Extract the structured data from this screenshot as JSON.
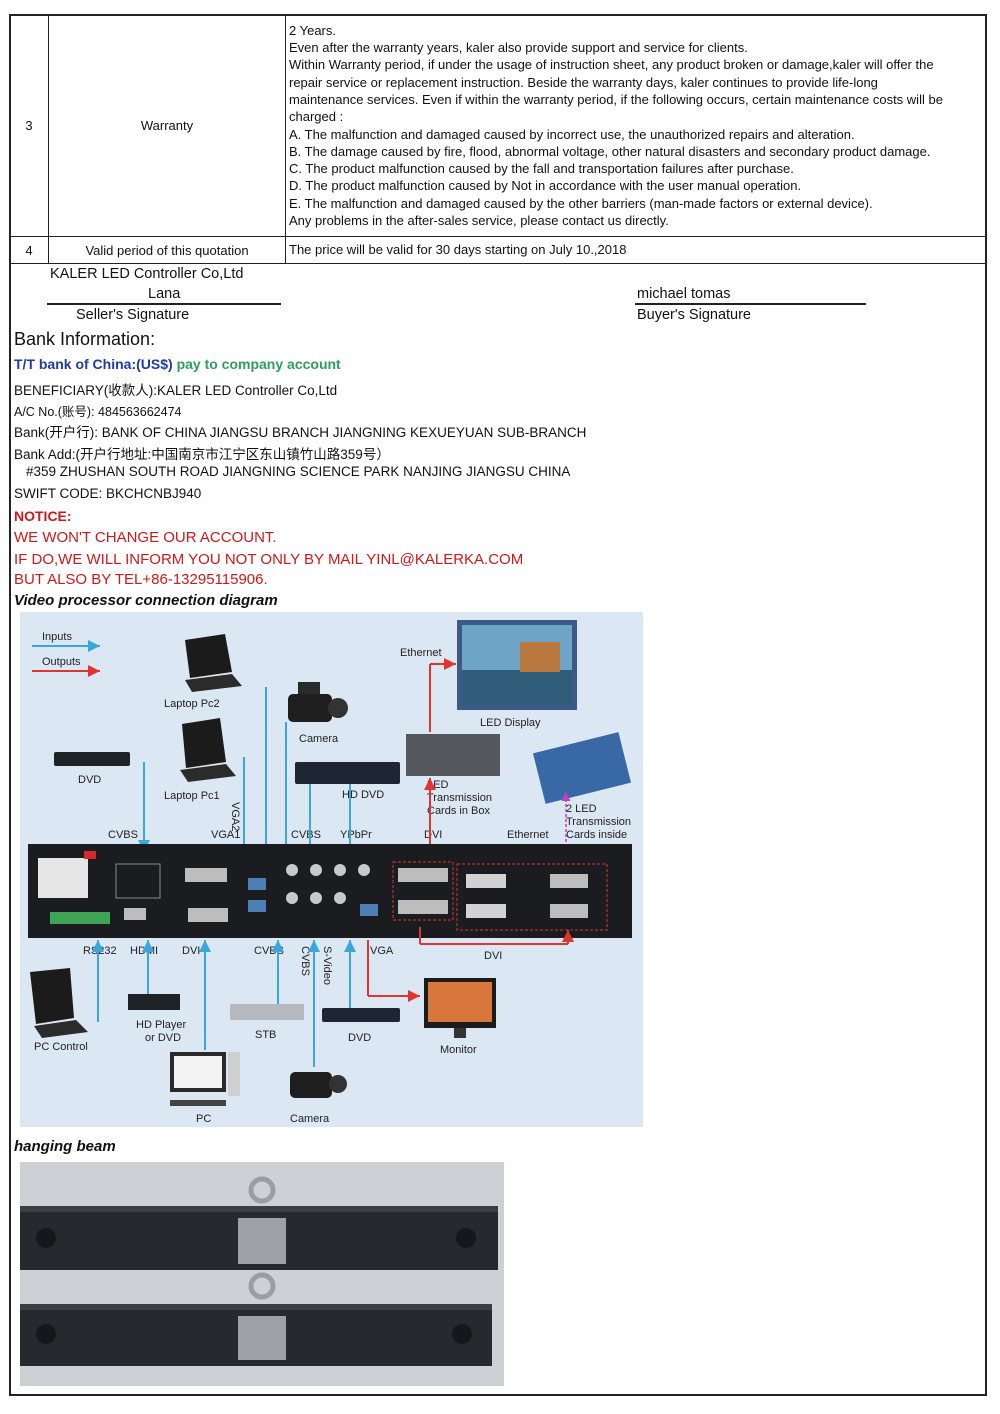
{
  "table": {
    "rows": [
      {
        "no": "3",
        "item": "Warranty",
        "lines": [
          "2 Years.",
          "Even after the warranty years, kaler also provide support and service for clients.",
          "Within Warranty period, if under the usage of instruction sheet, any product broken or damage,kaler will offer the",
          "repair service or replacement instruction. Beside the warranty days, kaler continues to provide life-long",
          "maintenance services. Even if within the warranty period, if the following occurs, certain maintenance costs will be",
          "charged :",
          "A. The malfunction and damaged caused by incorrect use, the unauthorized repairs and alteration.",
          "B. The damage caused by fire, flood, abnormal voltage, other natural disasters and secondary product damage.",
          "C. The product malfunction caused by the fall and transportation failures after purchase.",
          "D. The product malfunction caused by Not in accordance with the user manual operation.",
          "E. The malfunction and damaged caused by the other barriers (man-made factors or external device).",
          "Any problems in the after-sales service, please contact us directly."
        ]
      },
      {
        "no": "4",
        "item": "Valid period of this quotation",
        "lines": [
          "The price will be valid for 30 days starting on July 10.,2018"
        ]
      }
    ]
  },
  "signature": {
    "company": "KALER LED Controller Co,Ltd",
    "seller_name": "Lana",
    "seller_caption": "Seller's Signature",
    "buyer_name": "michael tomas",
    "buyer_caption": "Buyer's Signature"
  },
  "bank": {
    "heading": "Bank Information:",
    "tt_label": "T/T bank of China:(US$)",
    "tt_pay": "pay to company account",
    "beneficiary": "BENEFICIARY(收款人):KALER LED Controller Co,Ltd",
    "account_label": "A/C No.(账号): ",
    "account_no": "484563662474",
    "bank_name": "Bank(开户行): BANK OF CHINA JIANGSU BRANCH JIANGNING KEXUEYUAN SUB-BRANCH",
    "bank_add": "Bank Add:(开户行地址:中国南京市江宁区东山镇竹山路359号）",
    "address_en": "#359 ZHUSHAN SOUTH ROAD JIANGNING SCIENCE PARK NANJING JIANGSU CHINA",
    "swift": "SWIFT  CODE: BKCHCNBJ940"
  },
  "notice": {
    "title": "NOTICE:",
    "line1": "WE WON'T CHANGE OUR ACCOUNT.",
    "line2": "IF DO,WE WILL INFORM YOU NOT ONLY  BY MAIL YINL@KALERKA.COM",
    "line3": "BUT ALSO BY TEL+86-13295115906."
  },
  "diagram": {
    "caption": "Video processor connection diagram",
    "legend_inputs": "Inputs",
    "legend_outputs": "Outputs",
    "devices": {
      "laptop_pc2": "Laptop Pc2",
      "camera_top": "Camera",
      "ethernet": "Ethernet",
      "led_display": "LED Display",
      "dvd_top": "DVD",
      "laptop_pc1": "Laptop Pc1",
      "hd_dvd": "HD DVD",
      "led_cards_box_1": "LED",
      "led_cards_box_2": "Transmission",
      "led_cards_box_3": "Cards in Box",
      "led_cards_inside_1": "2 LED",
      "led_cards_inside_2": "Transmission",
      "led_cards_inside_3": "Cards inside",
      "pc_control": "PC Control",
      "hd_player_1": "HD Player",
      "hd_player_2": "or DVD",
      "stb": "STB",
      "dvd_bottom": "DVD",
      "monitor": "Monitor",
      "pc": "PC",
      "camera_bottom": "Camera"
    },
    "ports_top": {
      "cvbs": "CVBS",
      "vga1": "VGA1",
      "vga2": "VGA2",
      "cvbs2": "CVBS",
      "ypbpr": "YPbPr",
      "dvi": "DVI",
      "ethernet": "Ethernet"
    },
    "ports_bottom": {
      "rs232": "RS232",
      "hdmi": "HDMI",
      "dvi": "DVI",
      "cvbs": "CVBS",
      "cvbs_v": "CVBS",
      "svideo": "S-Video",
      "vga": "VGA",
      "dvi_out": "DVI"
    }
  },
  "photo": {
    "caption": "hanging beam"
  },
  "colors": {
    "input_arrow": "#3aa6d9",
    "output_arrow": "#e0342f",
    "notice_red": "#d11818",
    "tt_blue": "#1f3aa8",
    "tt_green": "#2e9f5a"
  }
}
